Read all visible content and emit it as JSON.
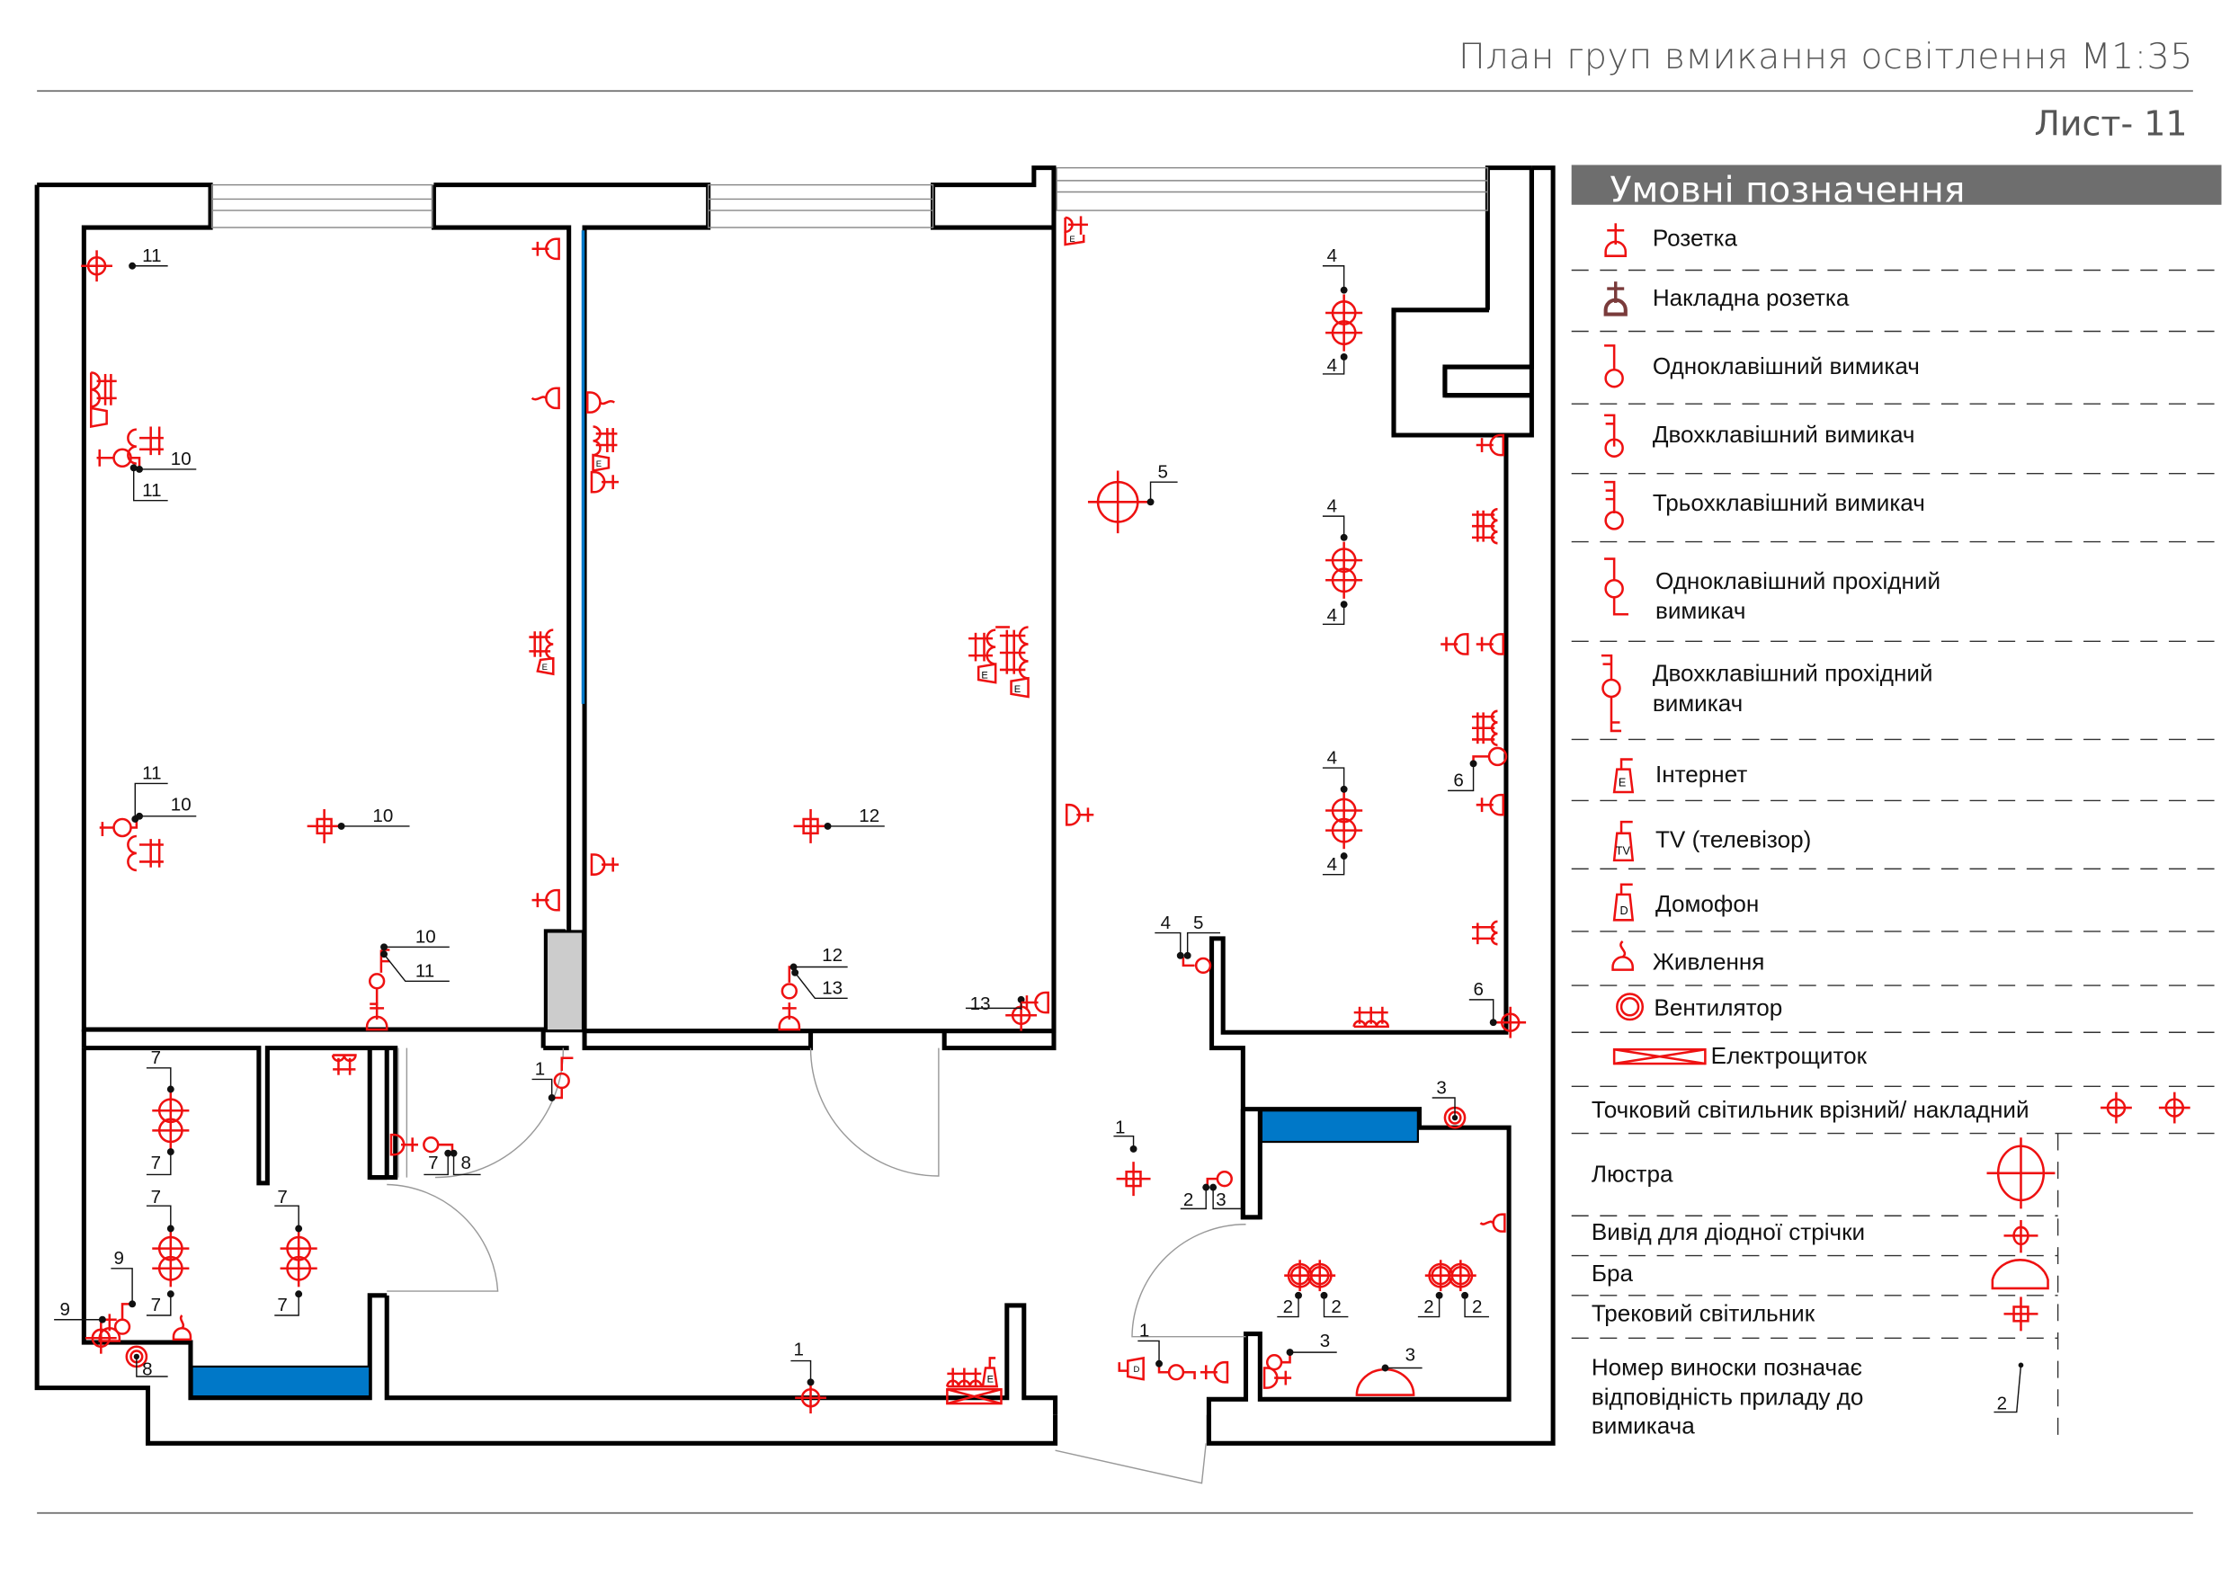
{
  "header": {
    "title": "План груп вмикання освітлення М1:35",
    "sheet": "Лист- 11"
  },
  "legend": {
    "heading": "Умовні позначення",
    "items": [
      {
        "icon": "socket-icon",
        "label": "Розетка"
      },
      {
        "icon": "surface-socket-icon",
        "label": "Накладна розетка"
      },
      {
        "icon": "single-switch-icon",
        "label": "Одноклавішний вимикач"
      },
      {
        "icon": "double-switch-icon",
        "label": "Двохклавішний вимикач"
      },
      {
        "icon": "triple-switch-icon",
        "label": "Трьохклавішний вимикач"
      },
      {
        "icon": "single-pass-switch-icon",
        "label_line1": "Одноклавішний прохідний",
        "label_line2": "вимикач"
      },
      {
        "icon": "double-pass-switch-icon",
        "label_line1": "Двохклавішний прохідний",
        "label_line2": "вимикач"
      },
      {
        "icon": "internet-outlet-icon",
        "label": "Інтернет",
        "glyph": "E"
      },
      {
        "icon": "tv-outlet-icon",
        "label": "TV (телевізор)",
        "glyph": "TV"
      },
      {
        "icon": "intercom-icon",
        "label": "Домофон",
        "glyph": "D"
      },
      {
        "icon": "power-supply-icon",
        "label": "Живлення"
      },
      {
        "icon": "fan-icon",
        "label": "Вентилятор"
      },
      {
        "icon": "electrical-panel-icon",
        "label": "Електрощиток"
      },
      {
        "icon": "spotlight-icon",
        "label": "Точковий світильник врізний/ накладний"
      },
      {
        "icon": "chandelier-icon",
        "label": "Люстра"
      },
      {
        "icon": "led-strip-outlet-icon",
        "label": "Вивід для діодної стрічки"
      },
      {
        "icon": "sconce-icon",
        "label": "Бра"
      },
      {
        "icon": "track-light-icon",
        "label": "Трековий світильник"
      },
      {
        "icon": "callout-icon",
        "label_line1": "Номер виноски позначає",
        "label_line2": "відповідність приладу до",
        "label_line3": "вимикача",
        "example": "2"
      }
    ]
  },
  "plan": {
    "callouts": {
      "bedroom1": [
        "11",
        "10",
        "11",
        "11",
        "10",
        "10",
        "10",
        "11"
      ],
      "bedroom2": [
        "12",
        "12",
        "13",
        "13"
      ],
      "hall_door": [
        "1"
      ],
      "living": [
        "4",
        "4",
        "4",
        "4",
        "4",
        "4",
        "5",
        "4",
        "5",
        "6",
        "6"
      ],
      "bathroom": [
        "7",
        "7",
        "7",
        "7",
        "7",
        "7",
        "9",
        "9",
        "8",
        "7",
        "8"
      ],
      "corridor": [
        "1",
        "1",
        "2",
        "3"
      ],
      "kitchen": [
        "3",
        "2",
        "2",
        "2",
        "2",
        "3",
        "3",
        "1"
      ]
    },
    "glyphs": {
      "internet": "E",
      "intercom": "D"
    }
  },
  "colors": {
    "symbol": "#ee1111",
    "wall": "#000000",
    "legend_header_bg": "#6e6e6e",
    "furniture_blue": "#0078c8",
    "column_grey": "#cccccc"
  }
}
